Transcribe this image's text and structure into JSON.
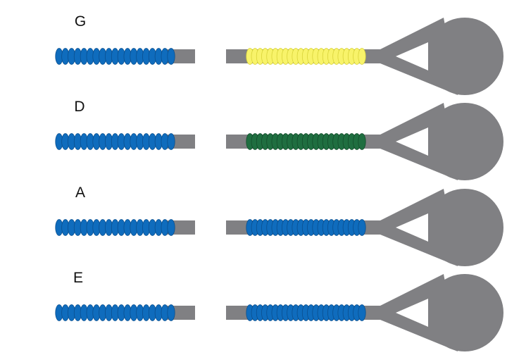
{
  "colors": {
    "rod": "#808083",
    "bead_blue": "#0f6cbd",
    "bead_blue_dark": "#0a4f8f",
    "bead_yellow": "#f8f36a",
    "bead_yellow_dark": "#d9d43a",
    "bead_green": "#1f6e40",
    "bead_green_dark": "#134d2b",
    "label": "#111111"
  },
  "rows": [
    {
      "label": "G",
      "left_color": "bead_blue",
      "right_color": "bead_yellow"
    },
    {
      "label": "D",
      "left_color": "bead_blue",
      "right_color": "bead_green"
    },
    {
      "label": "A",
      "left_color": "bead_blue",
      "right_color": "bead_blue"
    },
    {
      "label": "E",
      "left_color": "bead_blue",
      "right_color": "bead_blue"
    }
  ]
}
